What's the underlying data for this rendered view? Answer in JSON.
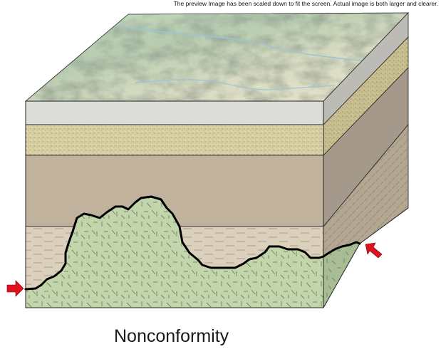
{
  "notice": "The preview Image has been scaled down to fit the screen. Actual image is both larger and clearer.",
  "caption": "Nonconformity",
  "diagram": {
    "type": "block-diagram",
    "subject": "geologic cross-section",
    "layers": [
      {
        "name": "gray-cap-layer",
        "color": "#dcddd8"
      },
      {
        "name": "sandstone-layer",
        "color": "#d9d0a3"
      },
      {
        "name": "shale-layer",
        "color": "#c1b29e"
      },
      {
        "name": "siltstone-layer",
        "color": "#dad0bc"
      },
      {
        "name": "igneous-basement",
        "color": "#c3d6ab"
      }
    ],
    "surface": {
      "name": "terrain-relief",
      "colors": [
        "#c8dcc0",
        "#8fa28e",
        "#e8e3cc"
      ],
      "river_color": "#9cc4dc"
    },
    "unconformity_line_color": "#000000",
    "arrow_color": "#e0121f",
    "arrows": [
      "left-arrow",
      "right-arrow"
    ]
  }
}
